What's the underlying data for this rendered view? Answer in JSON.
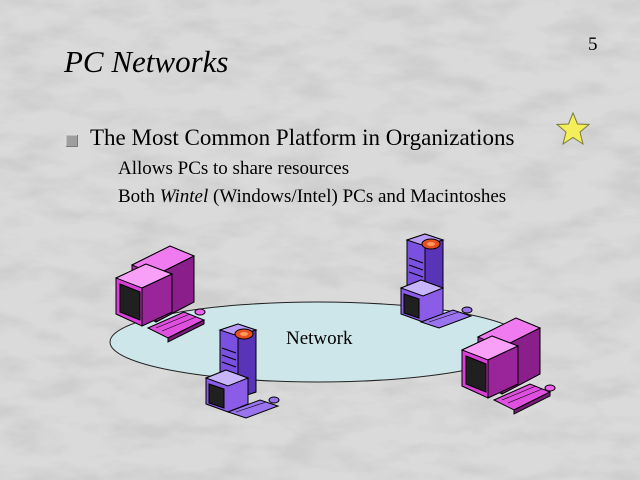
{
  "slide": {
    "page_number": "5",
    "title": "PC Networks",
    "bullet": {
      "text": "The Most Common Platform in Organizations",
      "icon": "star-icon"
    },
    "sub_bullets": [
      {
        "text": "Allows PCs to share resources"
      },
      {
        "before": "Both ",
        "italic": "Wintel",
        "after": " (Windows/Intel) PCs and Macintoshes"
      }
    ],
    "diagram": {
      "network_label": "Network"
    }
  },
  "colors": {
    "background": "#d6d6d6",
    "network_ellipse": "#cde6ea",
    "magenta_pc": "#e040e0",
    "purple_pc": "#8a5ce8",
    "star": "#f4ee5a"
  }
}
